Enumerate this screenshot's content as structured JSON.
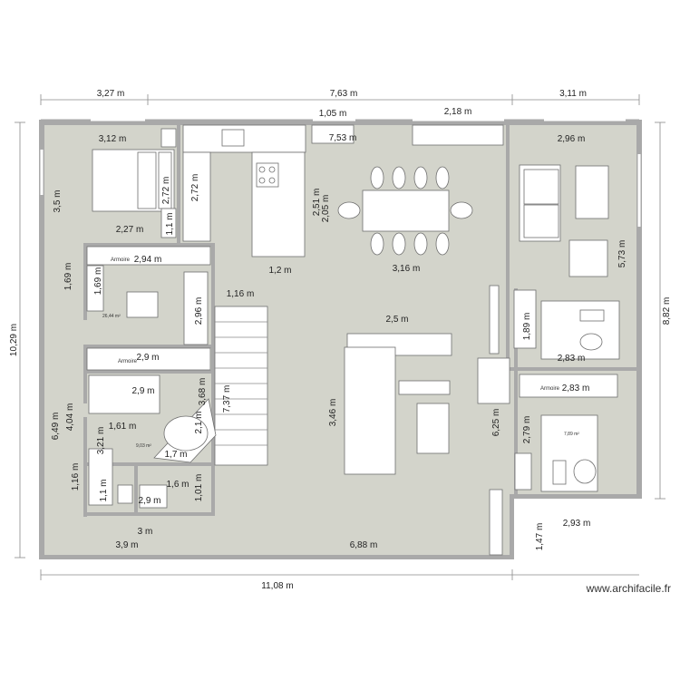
{
  "watermark": "www.archifacile.fr",
  "area_labels": {
    "left_room": "26,44 m²",
    "bath": "9,03 m²",
    "office": "7,89 m²"
  },
  "furniture_labels": {
    "wardrobe_a": "Armoire",
    "wardrobe_b": "Armoire",
    "wardrobe_c": "Armoire"
  },
  "dimensions": {
    "top_left": "3,27 m",
    "top_mid": "7,63 m",
    "top_right": "3,11 m",
    "window_a": "1,05 m",
    "window_b": "2,18 m",
    "inner_753": "7,53 m",
    "bed_w": "3,12 m",
    "room_tr": "2,96 m",
    "d_272a": "2,72 m",
    "d_272b": "2,72 m",
    "d_11": "1,1 m",
    "d_35": "3,5 m",
    "d_227": "2,27 m",
    "d_251": "2,51 m",
    "d_205": "2,05 m",
    "d_294": "2,94 m",
    "d_12": "1,2 m",
    "d_316": "3,16 m",
    "d_573": "5,73 m",
    "d_169a": "1,69 m",
    "d_169b": "1,69 m",
    "d_116a": "1,16 m",
    "d_296": "2,96 m",
    "d_25": "2,5 m",
    "d_189": "1,89 m",
    "d_882": "8,82 m",
    "d_1029": "10,29 m",
    "d_29a": "2,9 m",
    "d_29b": "2,9 m",
    "d_283a": "2,83 m",
    "d_283b": "2,83 m",
    "d_368": "3,68 m",
    "d_737": "7,37 m",
    "d_346": "3,46 m",
    "d_649": "6,49 m",
    "d_404": "4,04 m",
    "d_161": "1,61 m",
    "d_21": "2,1 m",
    "d_279": "2,79 m",
    "d_625": "6,25 m",
    "d_321": "3,21 m",
    "d_17": "1,7 m",
    "d_116b": "1,16 m",
    "d_16": "1,6 m",
    "d_101": "1,01 m",
    "d_11b": "1,1 m",
    "d_29c": "2,9 m",
    "d_3": "3 m",
    "d_293": "2,93 m",
    "d_39": "3,9 m",
    "d_688": "6,88 m",
    "d_147": "1,47 m",
    "d_1108": "11,08 m"
  }
}
